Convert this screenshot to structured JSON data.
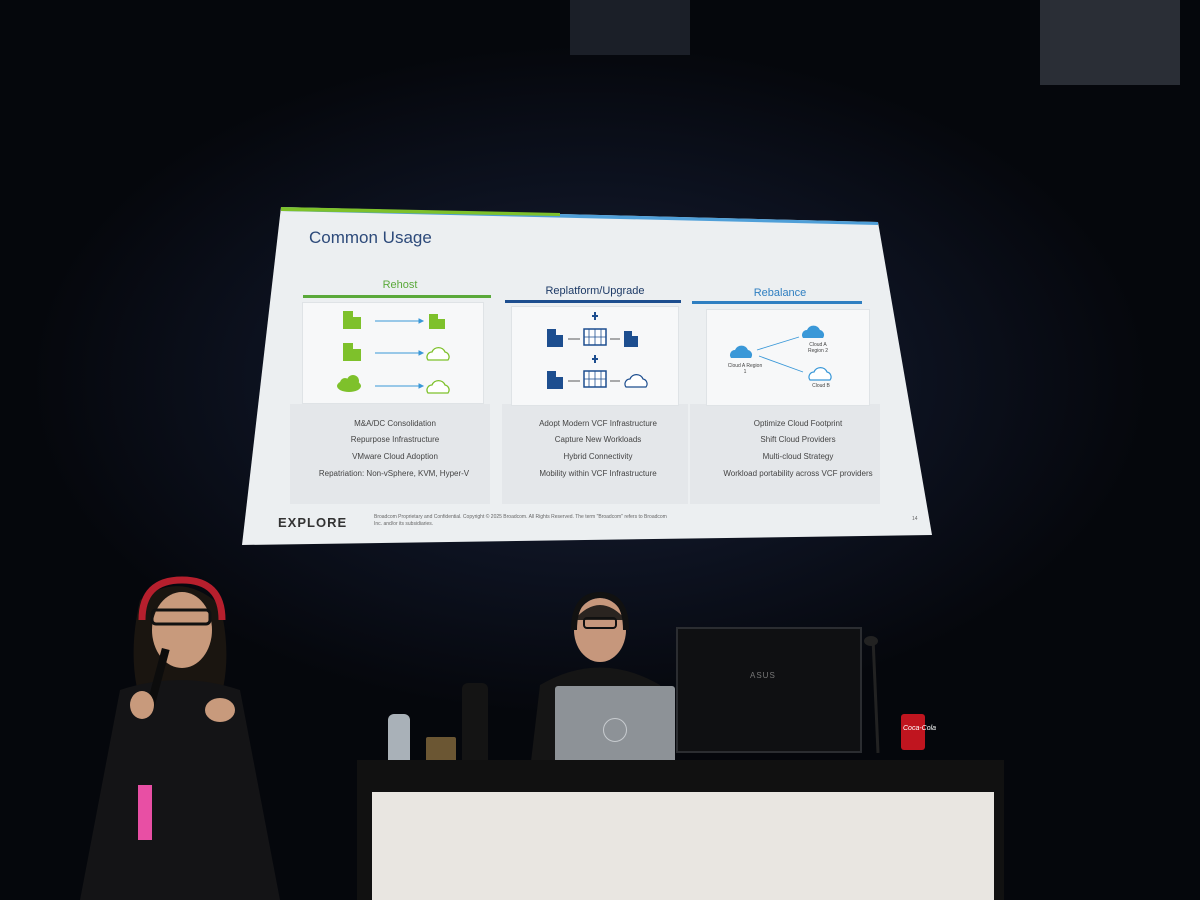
{
  "slide": {
    "title": "Common Usage",
    "columns": [
      {
        "heading": "Rehost",
        "accent": "#5aa93a",
        "bullets": [
          "M&A/DC Consolidation",
          "Repurpose Infrastructure",
          "VMware Cloud Adoption",
          "Repatriation: Non-vSphere, KVM, Hyper-V"
        ]
      },
      {
        "heading": "Replatform/Upgrade",
        "accent": "#1d4e8f",
        "bullets": [
          "Adopt Modern VCF Infrastructure",
          "Capture New Workloads",
          "Hybrid Connectivity",
          "Mobility within VCF Infrastructure"
        ]
      },
      {
        "heading": "Rebalance",
        "accent": "#2f7fc1",
        "bullets": [
          "Optimize Cloud Footprint",
          "Shift Cloud Providers",
          "Multi-cloud Strategy",
          "Workload portability across VCF providers"
        ],
        "diagram_labels": {
          "region1": "Cloud A Region 1",
          "region2": "Cloud A Region 2",
          "cloudb": "Cloud B"
        }
      }
    ],
    "footer": {
      "logo": "EXPLORE",
      "legal": "Broadcom Proprietary and Confidential. Copyright © 2025 Broadcom. All Rights Reserved. The term \"Broadcom\" refers to Broadcom Inc. and/or its subsidiaries.",
      "page": "14"
    },
    "colors": {
      "green": "#7ec12b",
      "blue": "#1d4e8f",
      "cloud_blue": "#3a98d8"
    }
  },
  "stage": {
    "monitor_brand": "ASUS",
    "can_label": "Coca-Cola"
  }
}
